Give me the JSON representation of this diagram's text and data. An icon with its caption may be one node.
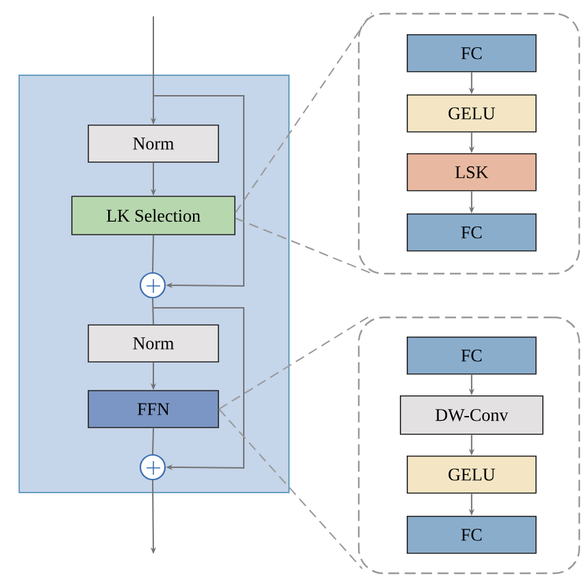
{
  "diagram": {
    "nodes": [
      {
        "text": [],
        "shape": "box"
      },
      {
        "text": [
          "Norm"
        ],
        "in": 0
      },
      {
        "text": [
          "LK Selection"
        ],
        "in": 0
      },
      {
        "text": [],
        "shape": "circle",
        "in": 0
      },
      {
        "text": [
          "Norm"
        ],
        "in": 0
      },
      {
        "text": [
          "FFN"
        ],
        "in": 0
      },
      {
        "text": [],
        "shape": "circle",
        "in": 0
      },
      {
        "text": [],
        "shape": "box"
      },
      {
        "text": [
          "FC"
        ],
        "in": 7
      },
      {
        "text": [
          "GELU"
        ],
        "in": 7
      },
      {
        "text": [
          "LSK"
        ],
        "in": 7
      },
      {
        "text": [
          "FC"
        ],
        "in": 7
      },
      {
        "text": [],
        "shape": "box"
      },
      {
        "text": [
          "FC"
        ],
        "in": 12
      },
      {
        "text": [
          "DW-Conv"
        ],
        "in": 12
      },
      {
        "text": [
          "GELU"
        ],
        "in": 12
      },
      {
        "text": [
          "FC"
        ],
        "in": 12
      }
    ],
    "edges": [
      {
        "from": null,
        "to": 1,
        "arrow": "to"
      },
      {
        "from": 1,
        "to": 2,
        "arrow": "to"
      },
      {
        "from": 2,
        "to": 3,
        "arrow": "none"
      },
      {
        "from": null,
        "to": 3,
        "arrow": "to"
      },
      {
        "from": 3,
        "to": 4,
        "arrow": "none"
      },
      {
        "from": 4,
        "to": 5,
        "arrow": "to"
      },
      {
        "from": 5,
        "to": 6,
        "arrow": "none"
      },
      {
        "from": 3,
        "to": 6,
        "arrow": "to"
      },
      {
        "from": 6,
        "to": null,
        "arrow": "to"
      },
      {
        "from": 2,
        "to": 7,
        "arrow": "none",
        "style": "dashed"
      },
      {
        "from": 2,
        "to": 7,
        "arrow": "none",
        "style": "dashed"
      },
      {
        "from": 5,
        "to": 12,
        "arrow": "none",
        "style": "dashed"
      },
      {
        "from": 5,
        "to": 12,
        "arrow": "none",
        "style": "dashed"
      },
      {
        "from": 8,
        "to": 9,
        "arrow": "to"
      },
      {
        "from": 9,
        "to": 10,
        "arrow": "to"
      },
      {
        "from": 10,
        "to": 11,
        "arrow": "to"
      },
      {
        "from": 13,
        "to": 14,
        "arrow": "to"
      },
      {
        "from": 14,
        "to": 15,
        "arrow": "to"
      },
      {
        "from": 15,
        "to": 16,
        "arrow": "to"
      }
    ]
  }
}
